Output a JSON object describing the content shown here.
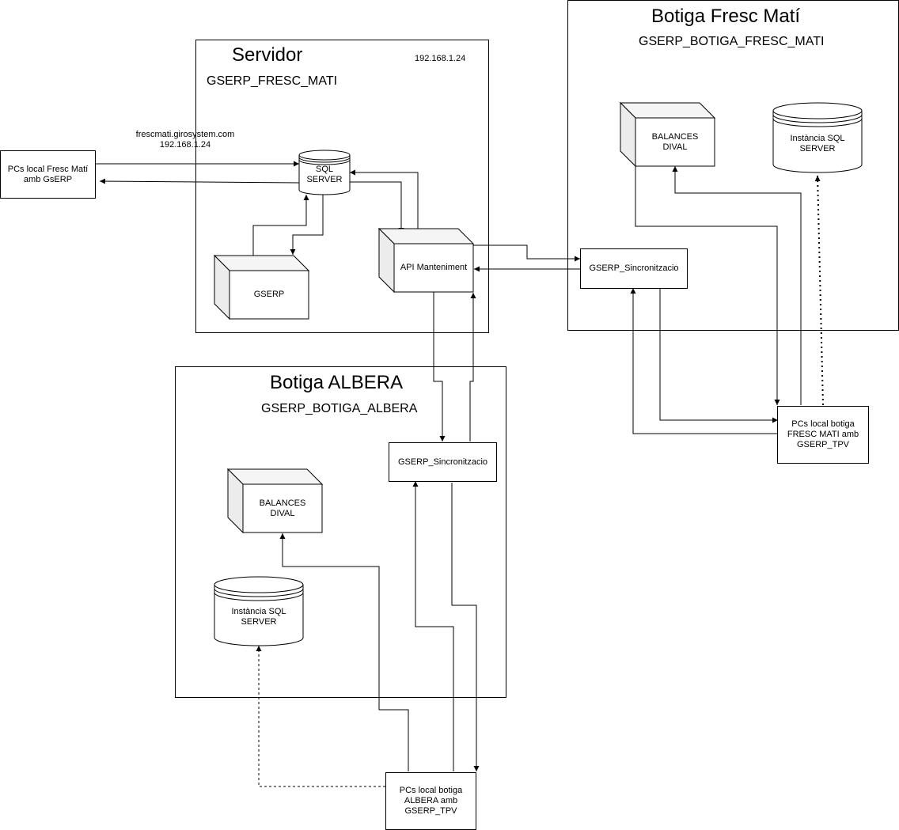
{
  "servidor": {
    "title": "Servidor",
    "ip": "192.168.1.24",
    "db_name": "GSERP_FRESC_MATI",
    "sql_server": "SQL\nSERVER",
    "gserp": "GSERP",
    "api": "API Manteniment"
  },
  "external": {
    "host_label": "frescmati.girosystem.com\n192.168.1.24",
    "pcs_local": "PCs local Fresc Matí\namb GsERP"
  },
  "botiga_fresc": {
    "title": "Botiga Fresc Matí",
    "db_name": "GSERP_BOTIGA_FRESC_MATI",
    "balances": "BALANCES\nDIVAL",
    "sql_instance": "Instància SQL\nSERVER",
    "sync": "GSERP_Sincronitzacio",
    "pcs_tpv": "PCs local botiga\nFRESC MATI amb\nGSERP_TPV"
  },
  "botiga_albera": {
    "title": "Botiga ALBERA",
    "db_name": "GSERP_BOTIGA_ALBERA",
    "balances": "BALANCES\nDIVAL",
    "sql_instance": "Instància SQL\nSERVER",
    "sync": "GSERP_Sincronitzacio",
    "pcs_tpv": "PCs local botiga\nALBERA amb\nGSERP_TPV"
  }
}
